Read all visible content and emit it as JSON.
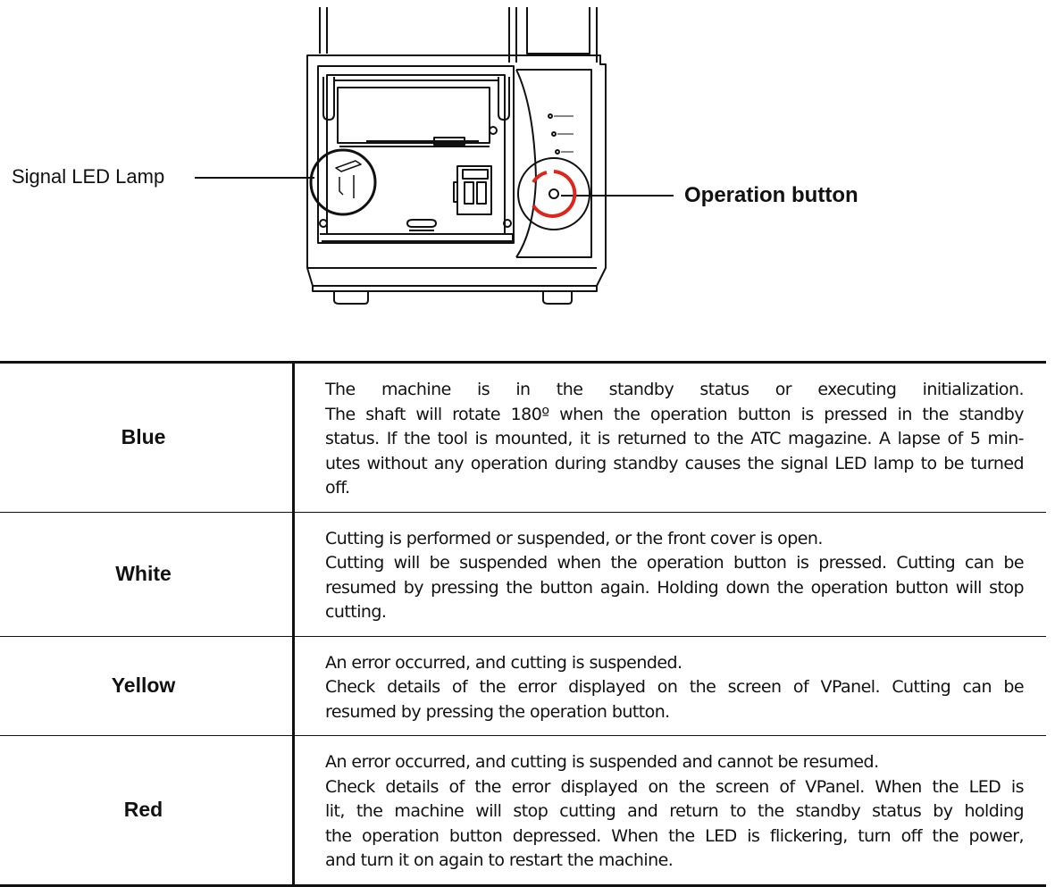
{
  "figure": {
    "callouts": {
      "signal_led_lamp": "Signal LED Lamp",
      "operation_button": "Operation button"
    }
  },
  "status_table": {
    "rows": [
      {
        "color": "Blue",
        "lines": [
          "The machine is in the standby status or executing initialization.",
          "The shaft will rotate 180º when the operation button is pressed in the standby",
          "status. If the tool is mounted, it is returned to the ATC magazine. A lapse of 5 min-",
          "utes without any operation during standby causes the signal LED lamp to be turned off."
        ]
      },
      {
        "color": "White",
        "lines": [
          "Cutting is performed or suspended, or the front cover is open.",
          "Cutting will be suspended when the operation button is pressed. Cutting can be",
          "resumed by pressing the button again. Holding down the operation button will stop cutting."
        ]
      },
      {
        "color": "Yellow",
        "lines": [
          "An error occurred, and cutting is suspended.",
          "Check details of the error displayed on the screen of VPanel. Cutting can be",
          "resumed by pressing the operation button."
        ]
      },
      {
        "color": "Red",
        "lines": [
          "An error occurred, and cutting is suspended and cannot be resumed.",
          "Check details of the error displayed on the screen of VPanel. When the LED is",
          "lit, the machine will stop cutting and return to the standby status by holding",
          "the operation button depressed. When the LED is flickering, turn off the power,",
          "and turn it on again to restart the machine."
        ]
      }
    ]
  }
}
